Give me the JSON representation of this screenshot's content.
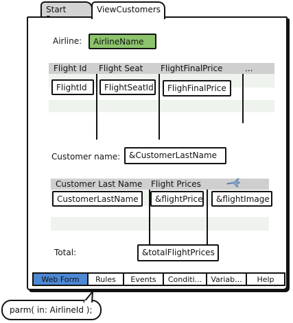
{
  "tabs": [
    {
      "label": "Start Page"
    },
    {
      "label": "ViewCustomers"
    }
  ],
  "airline": {
    "label": "Airline:",
    "field": "AirlineName"
  },
  "flights_grid": {
    "headers": [
      "Flight Id",
      "Flight Seat",
      "FlightFinalPrice",
      "..."
    ],
    "cells": [
      "FlightId",
      "FlightSeatId",
      "FlighFinalPrice"
    ]
  },
  "customer": {
    "label": "Customer name:",
    "field": "&CustomerLastName"
  },
  "customers_grid": {
    "headers": [
      "Customer Last Name",
      "Flight Prices"
    ],
    "cells": [
      "CustomerLastName",
      "&flightPrice",
      "&flightImage"
    ]
  },
  "total": {
    "label": "Total:",
    "field": "&totalFlightPrices"
  },
  "toolbar": {
    "items": [
      "Web Form",
      "Rules",
      "Events",
      "Conditi...",
      "Variab...",
      "Help"
    ],
    "active": "Web Form"
  },
  "callout": {
    "text": "parm( in: AirlineId );"
  },
  "colors": {
    "active_tab": "#4c88d4",
    "airline_field": "#8cc36c",
    "grid_header": "#cfcfcf"
  }
}
